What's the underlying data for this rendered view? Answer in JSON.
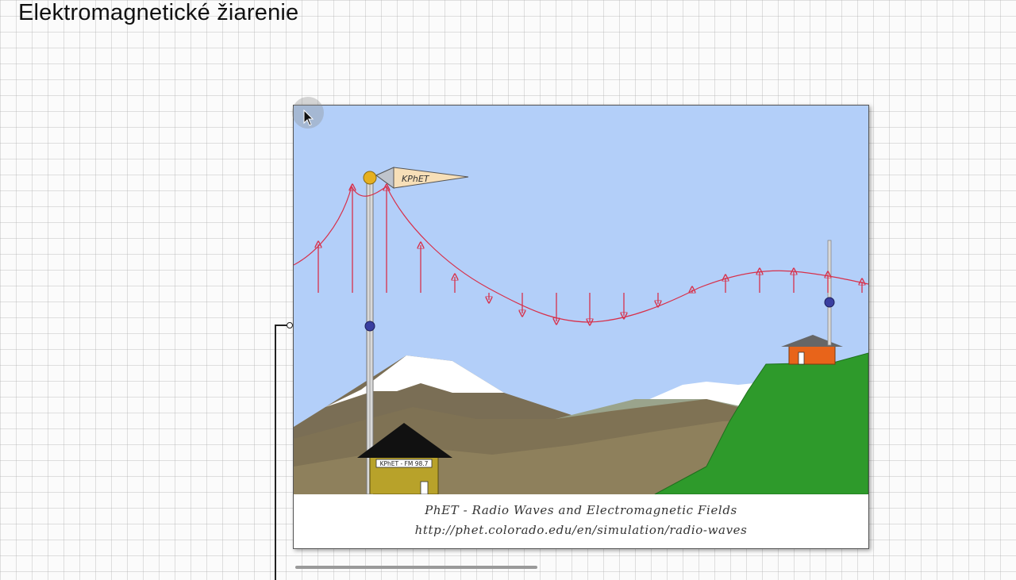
{
  "page": {
    "title": "Elektromagnetické žiarenie"
  },
  "simulation": {
    "flag_text": "KPhET",
    "station_sign": "KPhET - FM 98.7",
    "caption_line1": "PhET - Radio Waves and Electromagnetic Fields",
    "caption_line2": "http://phet.colorado.edu/en/simulation/radio-waves"
  },
  "colors": {
    "sky": "#b3cff9",
    "wave": "#d8304a",
    "hill_green": "#2e9a2b",
    "station_building": "#b8a22a",
    "receiver_house": "#e8641a"
  },
  "icons": [
    "mouse-pointer-icon"
  ]
}
